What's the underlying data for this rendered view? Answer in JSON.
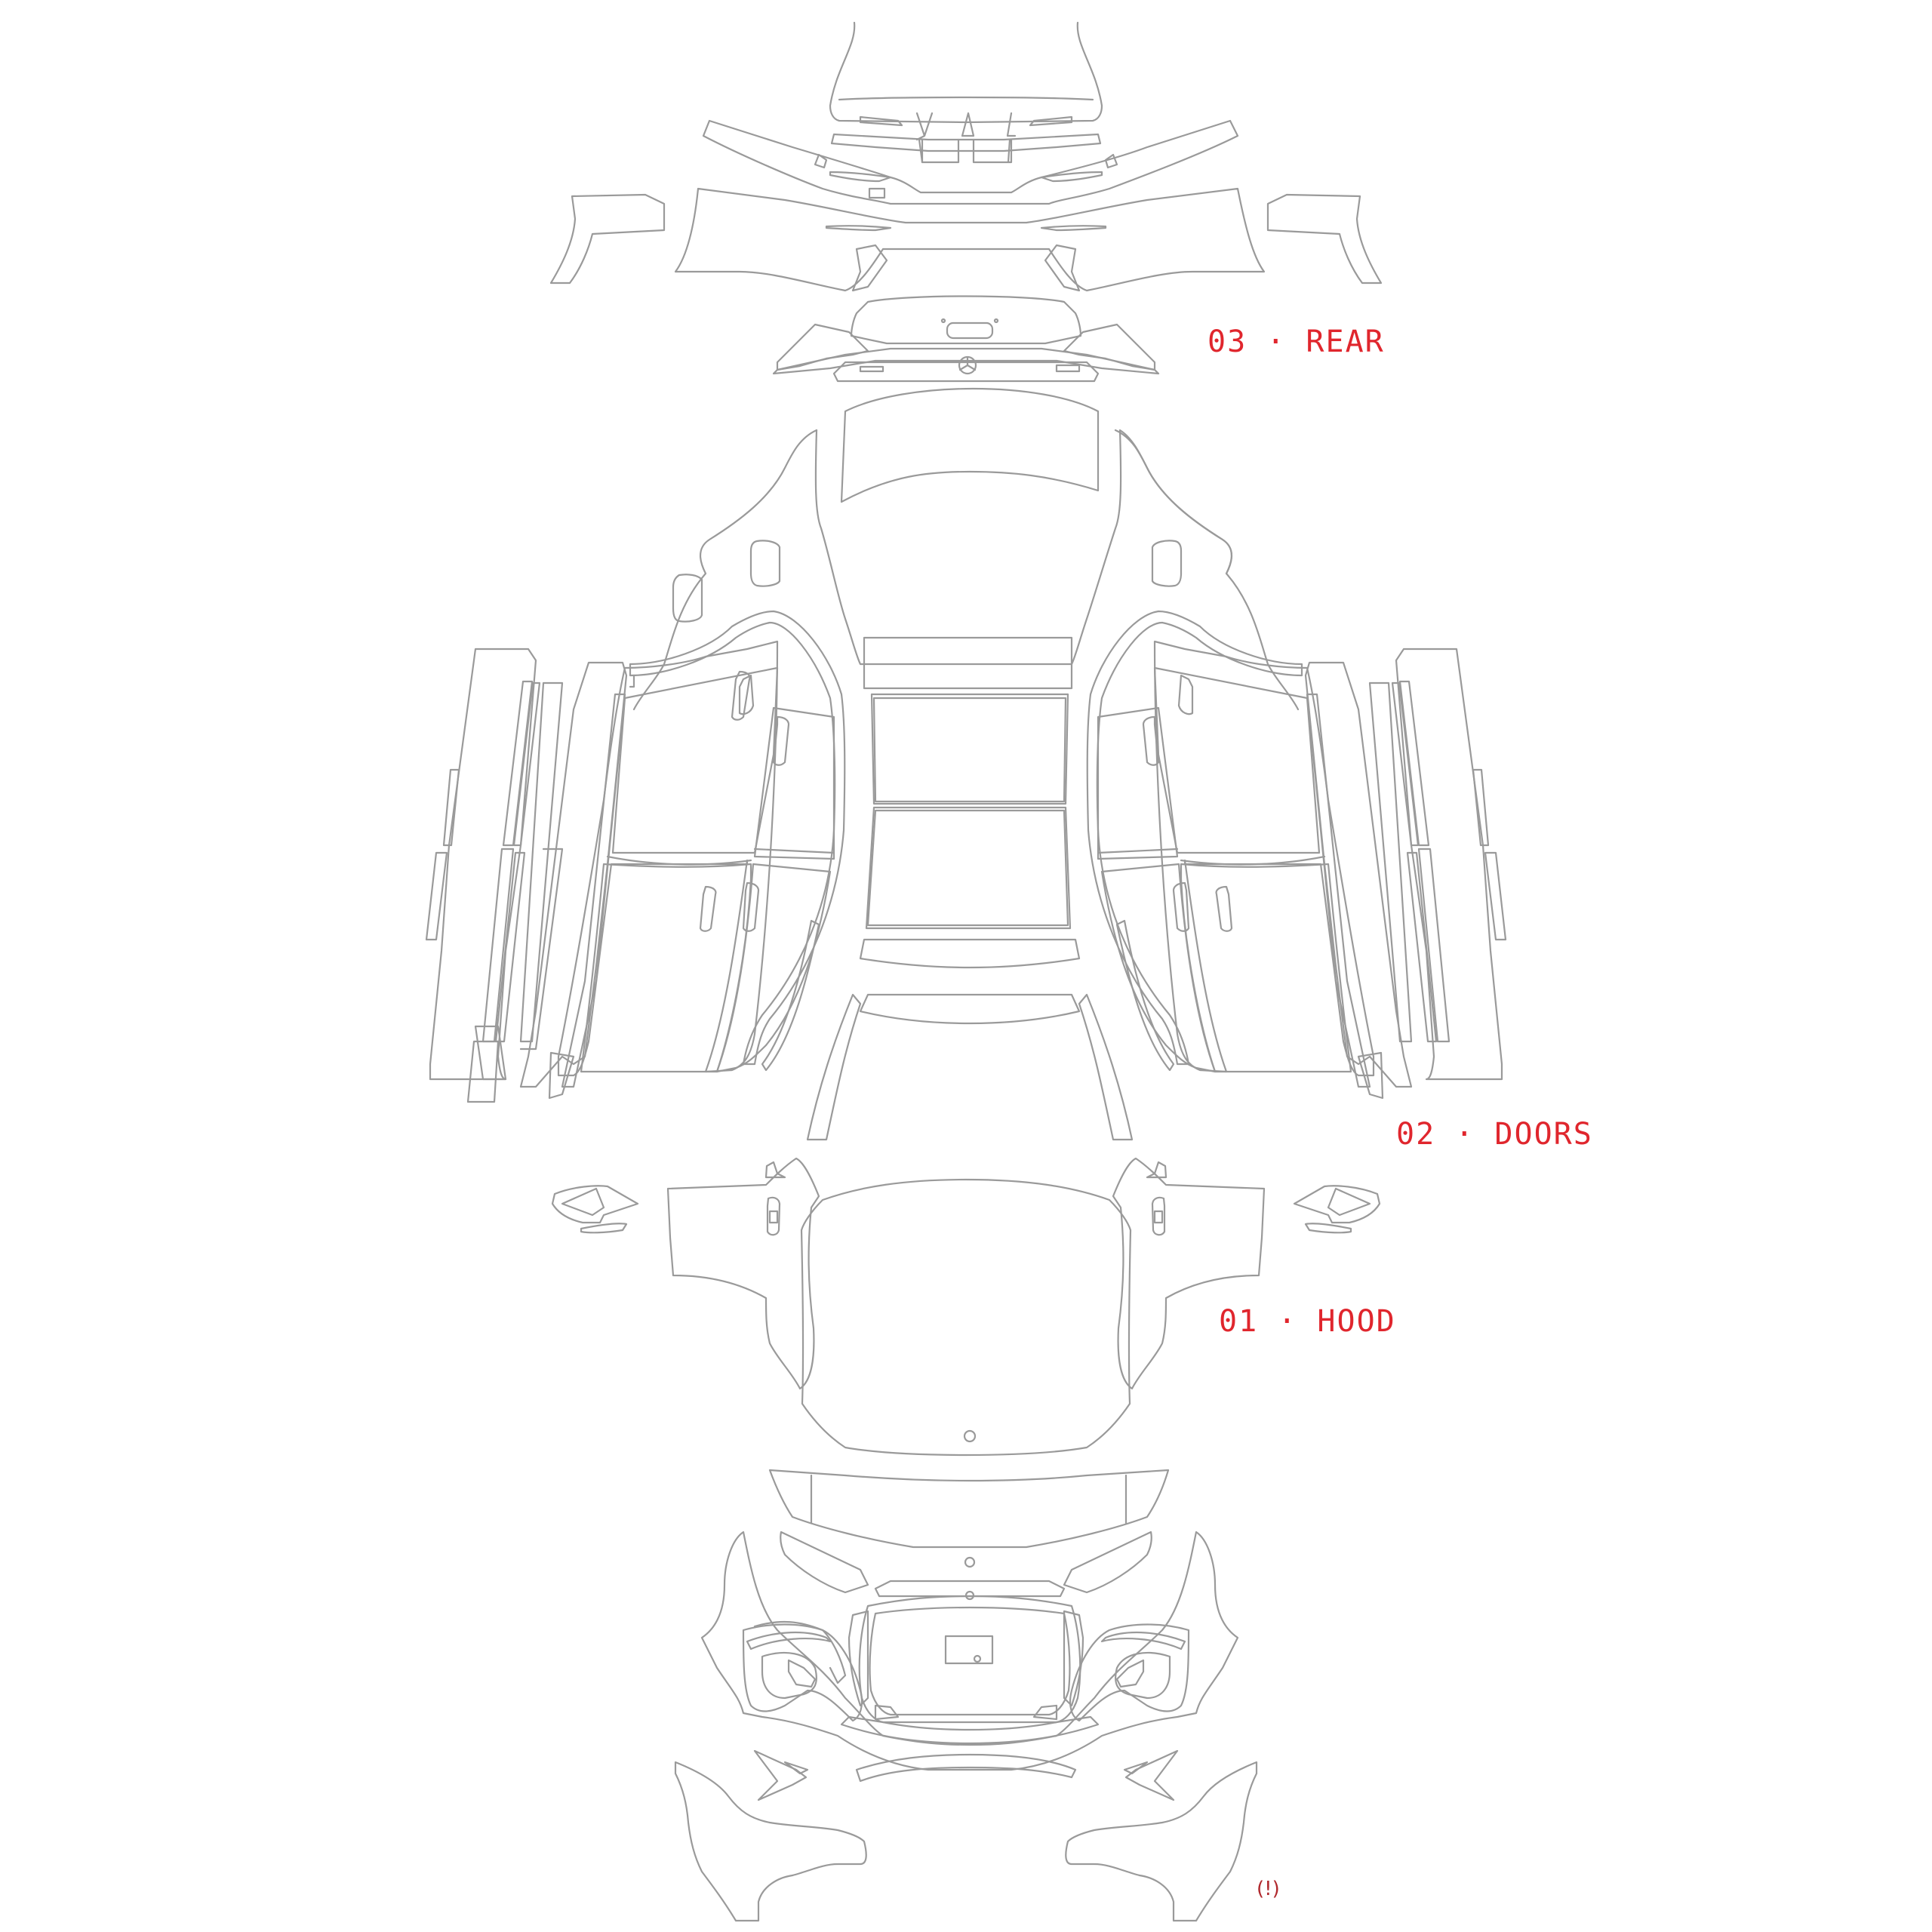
{
  "colors": {
    "label": "#e0262d",
    "warning": "#b0282d",
    "outline": "#9a9a9a",
    "background": "#ffffff"
  },
  "labels": {
    "rear": "03 · REAR",
    "doors": "02 · DOORS",
    "hood": "01 · HOOD"
  },
  "warning": "(!)",
  "icons": {
    "brand_emblem": "three-pointed-star-icon",
    "warning": "warning-icon"
  }
}
